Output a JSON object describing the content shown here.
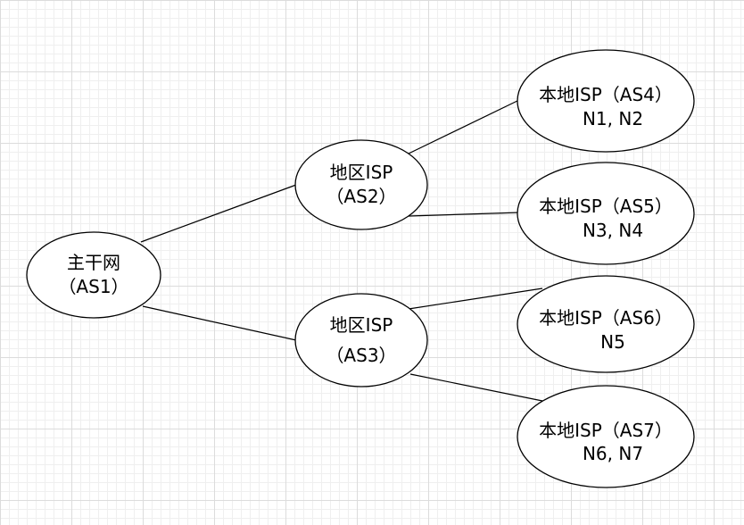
{
  "diagram": {
    "nodes": {
      "backbone": {
        "line1": "主干网",
        "line2": "（AS1）"
      },
      "regional_as2": {
        "line1": "地区ISP",
        "line2": "（AS2）"
      },
      "regional_as3": {
        "line1": "地区ISP",
        "line2": "（AS3）"
      },
      "local_as4": {
        "line1": "本地ISP（AS4）",
        "line2": "N1, N2"
      },
      "local_as5": {
        "line1": "本地ISP（AS5）",
        "line2": "N3, N4"
      },
      "local_as6": {
        "line1": "本地ISP（AS6）",
        "line2": "N5"
      },
      "local_as7": {
        "line1": "本地ISP（AS7）",
        "line2": "N6, N7"
      }
    },
    "edges": [
      {
        "from": "backbone",
        "to": "regional_as2"
      },
      {
        "from": "backbone",
        "to": "regional_as3"
      },
      {
        "from": "regional_as2",
        "to": "local_as4"
      },
      {
        "from": "regional_as2",
        "to": "local_as5"
      },
      {
        "from": "regional_as3",
        "to": "local_as6"
      },
      {
        "from": "regional_as3",
        "to": "local_as7"
      }
    ]
  }
}
